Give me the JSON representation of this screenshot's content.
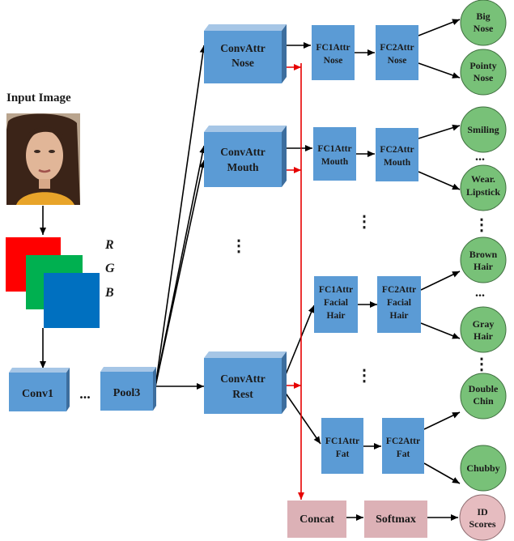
{
  "title": "Input Image",
  "channels": [
    "R",
    "G",
    "B"
  ],
  "ellipsis": "...",
  "vdots": "⋮",
  "colors": {
    "box_face": "#5b9bd5",
    "box_top": "#a6c6e6",
    "box_side": "#3d6e9e",
    "attr_fill": "#78c178",
    "id_fill": "#e6bcc0",
    "pink_box": "#dcb1b6",
    "red": "#e60000",
    "R": "#ff0000",
    "G": "#00b050",
    "B": "#0070c0"
  },
  "backbone": {
    "conv1": "Conv1",
    "pool3": "Pool3"
  },
  "conv_attr": {
    "nose": [
      "ConvAttr",
      "Nose"
    ],
    "mouth": [
      "ConvAttr",
      "Mouth"
    ],
    "rest": [
      "ConvAttr",
      "Rest"
    ]
  },
  "fc1": {
    "nose": [
      "FC1Attr",
      "Nose"
    ],
    "mouth": [
      "FC1Attr",
      "Mouth"
    ],
    "facial_hair": [
      "FC1Attr",
      "Facial",
      "Hair"
    ],
    "fat": [
      "FC1Attr",
      "Fat"
    ]
  },
  "fc2": {
    "nose": [
      "FC2Attr",
      "Nose"
    ],
    "mouth": [
      "FC2Attr",
      "Mouth"
    ],
    "facial_hair": [
      "FC2Attr",
      "Facial",
      "Hair"
    ],
    "fat": [
      "FC2Attr",
      "Fat"
    ]
  },
  "attributes": {
    "big_nose": [
      "Big",
      "Nose"
    ],
    "pointy_nose": [
      "Pointy",
      "Nose"
    ],
    "smiling": [
      "Smiling"
    ],
    "wear_lipstick": [
      "Wear.",
      "Lipstick"
    ],
    "brown_hair": [
      "Brown",
      "Hair"
    ],
    "gray_hair": [
      "Gray",
      "Hair"
    ],
    "double_chin": [
      "Double",
      "Chin"
    ],
    "chubby": [
      "Chubby"
    ]
  },
  "concat": "Concat",
  "softmax": "Softmax",
  "id_scores": [
    "ID",
    "Scores"
  ]
}
